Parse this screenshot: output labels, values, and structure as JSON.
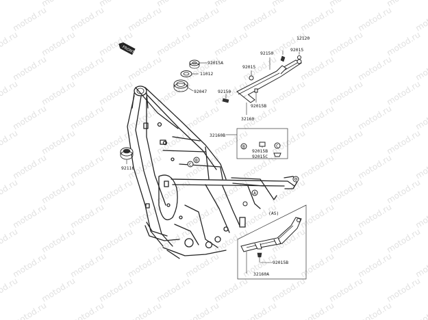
{
  "diagram_code": "12120",
  "watermark_text": "motod.ru",
  "front_badge": "FRONT",
  "parts": {
    "p92015A": "92015A",
    "p11012": "11012",
    "p92047": "92047",
    "p92116": "92116",
    "p92150_top": "92150",
    "p92015_top": "92015",
    "p92015_left": "92015",
    "p92150_left": "92150",
    "p92015B_upper": "92015B",
    "p32160": "32160",
    "p32160B": "32160B",
    "p92015B_box": "92015B",
    "p92015C": "92015C",
    "p92015B_lower": "92015B",
    "p32160A": "32160A"
  },
  "callouts": {
    "A": "A",
    "B": "B",
    "C": "C"
  },
  "lower_box_note": "(AS)"
}
